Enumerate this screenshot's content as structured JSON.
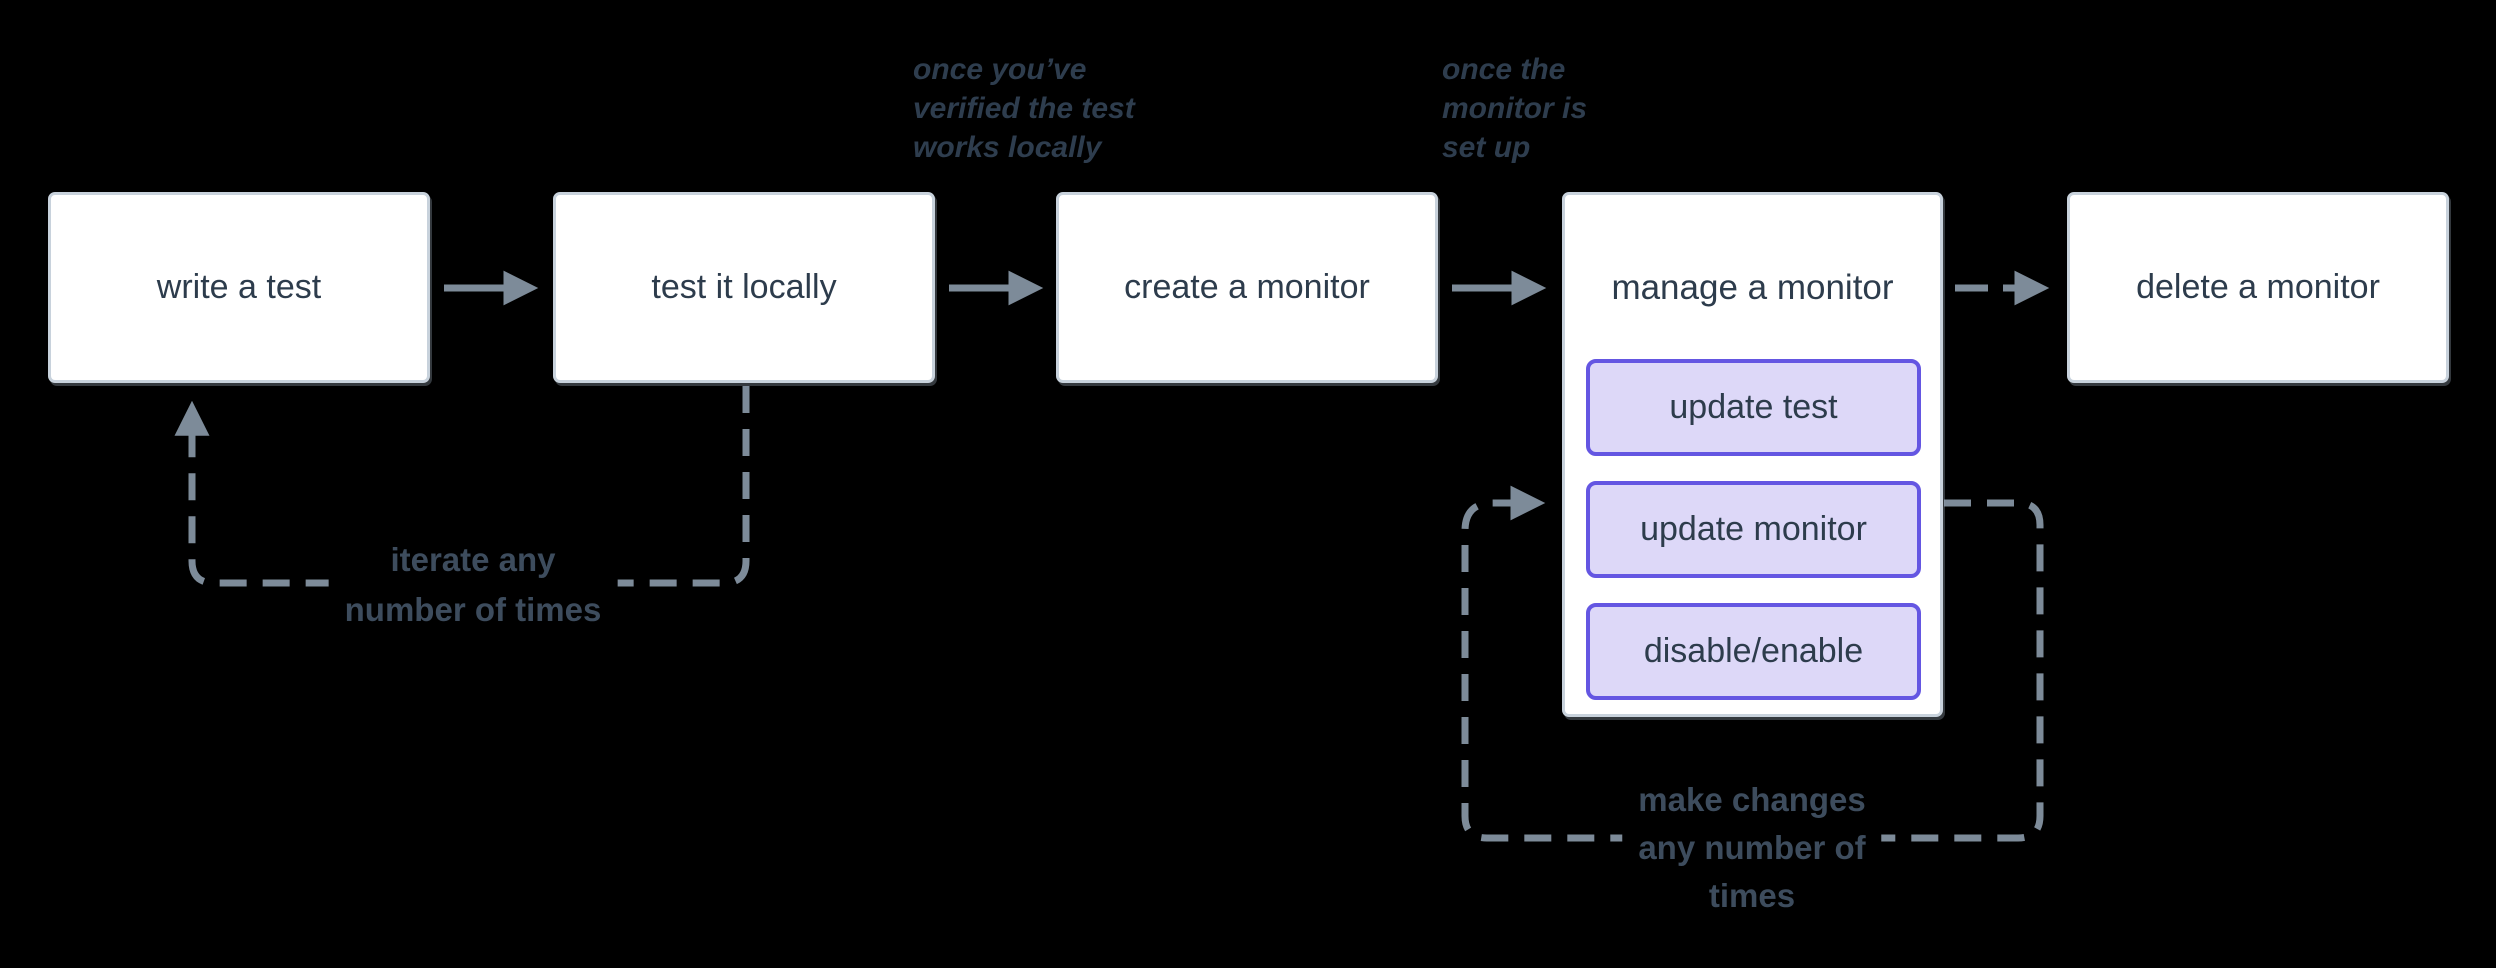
{
  "colors": {
    "background": "#000000",
    "node_fill": "#ffffff",
    "node_border": "#c8d2dc",
    "node_text": "#2d3c4c",
    "arrow": "#7d8b99",
    "subnode_fill": "#ddd8f8",
    "subnode_border": "#6456e2",
    "annotation_text": "#2e3d4e",
    "loop_label_text": "#3d4c5d"
  },
  "nodes": {
    "write_test": {
      "label": "write a test"
    },
    "test_locally": {
      "label": "test it locally"
    },
    "create_monitor": {
      "label": "create a monitor"
    },
    "manage_monitor": {
      "label": "manage a monitor",
      "children": {
        "update_test": {
          "label": "update test"
        },
        "update_monitor": {
          "label": "update monitor"
        },
        "disable_enable": {
          "label": "disable/enable"
        }
      }
    },
    "delete_monitor": {
      "label": "delete a monitor"
    }
  },
  "annotations": {
    "after_test_locally": {
      "lines": [
        "once you’ve",
        "verified the test",
        "works locally"
      ]
    },
    "after_create_monitor": {
      "lines": [
        "once the",
        "monitor is",
        "set up"
      ]
    }
  },
  "loops": {
    "iterate": {
      "lines": [
        "iterate any",
        "number of times"
      ]
    },
    "make_changes": {
      "lines": [
        "make changes",
        "any number of",
        "times"
      ]
    }
  }
}
